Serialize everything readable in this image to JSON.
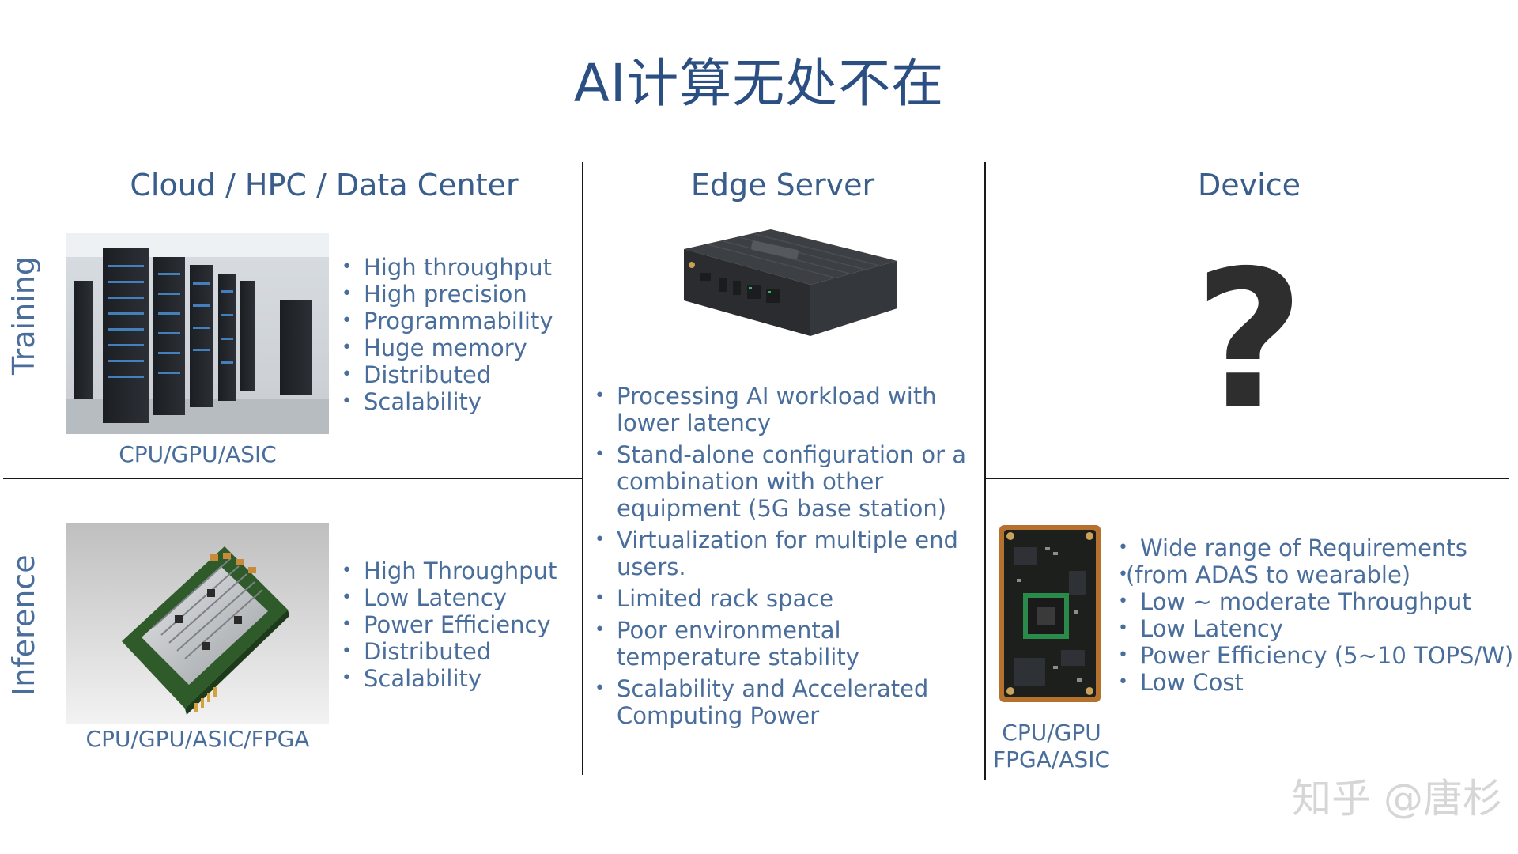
{
  "title": "AI计算无处不在",
  "columns": {
    "cloud": "Cloud / HPC / Data Center",
    "edge": "Edge Server",
    "device": "Device"
  },
  "rows": {
    "training": "Training",
    "inference": "Inference"
  },
  "training": {
    "bullets": [
      "High throughput",
      "High precision",
      "Programmability",
      "Huge memory",
      "Distributed",
      "Scalability"
    ],
    "caption": "CPU/GPU/ASIC"
  },
  "inference": {
    "bullets": [
      "High Throughput",
      "Low Latency",
      "Power Efficiency",
      "Distributed",
      "Scalability"
    ],
    "caption": "CPU/GPU/ASIC/FPGA"
  },
  "edge": {
    "bullets": [
      "Processing AI workload with lower latency",
      "Stand-alone configuration or  a combination with other equipment (5G base station)",
      "Virtualization for multiple end users.",
      "Limited rack space",
      "Poor environmental temperature stability",
      "Scalability and Accelerated Computing Power"
    ]
  },
  "device": {
    "question": "?",
    "bullets": [
      "Wide range of  Requirements",
      "Low ~ moderate Throughput",
      "Low Latency",
      "Power Efficiency (5~10 TOPS/W)",
      "Low Cost"
    ],
    "bullet_sub": "(from ADAS to wearable)",
    "caption_line1": "CPU/GPU",
    "caption_line2": "FPGA/ASIC"
  },
  "watermark": "知乎 @唐杉",
  "colors": {
    "title": "#2b4f82",
    "text": "#4a6e9c",
    "lines": "#1a1a1a",
    "watermark": "#d6d6d6"
  }
}
